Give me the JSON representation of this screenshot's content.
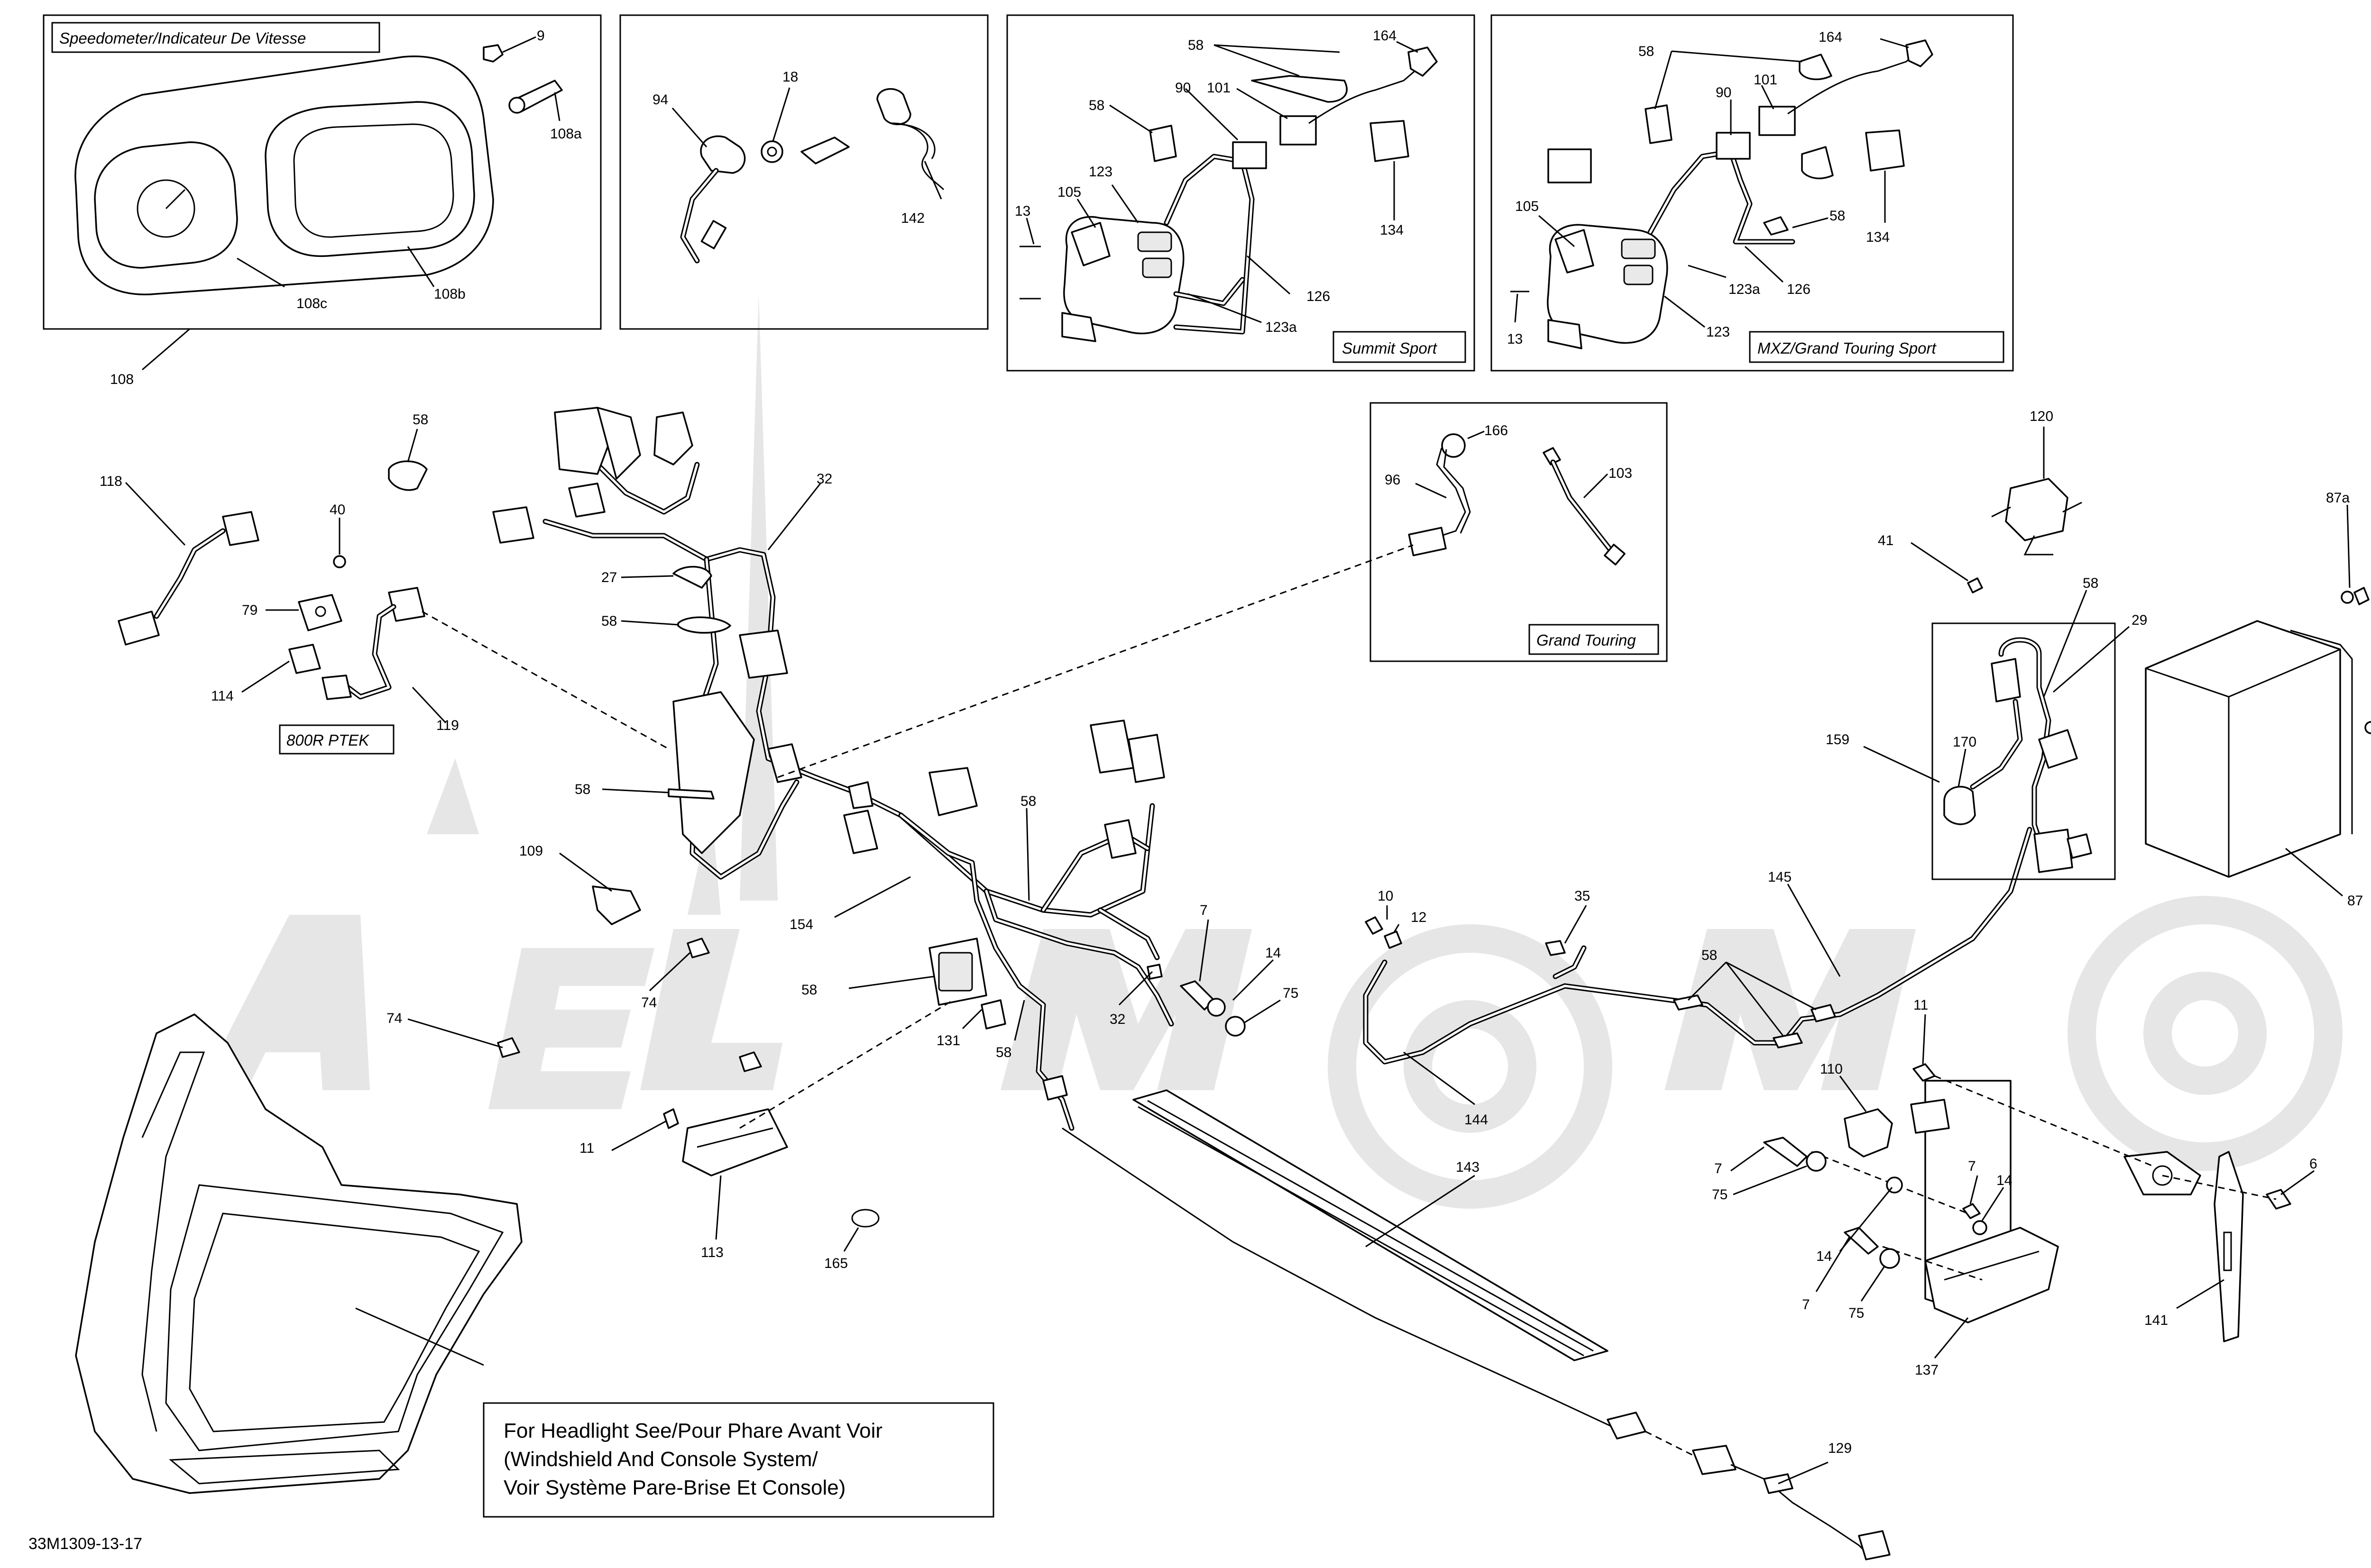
{
  "insets": {
    "speedometer_title": "Speedometer/Indicateur De Vitesse",
    "summit_title": "Summit Sport",
    "mxz_title": "MXZ/Grand Touring Sport",
    "grand_touring_title": "Grand Touring",
    "ptek_title": "800R PTEK"
  },
  "note": {
    "line1": "For Headlight See/Pour Phare Avant Voir",
    "line2": "(Windshield And Console System/",
    "line3": "Voir Système Pare-Brise Et Console)"
  },
  "drawing_code": "33M1309-13-17",
  "callouts": {
    "c9": "9",
    "c108a": "108a",
    "c108b": "108b",
    "c108c": "108c",
    "c108": "108",
    "c94": "94",
    "c18": "18",
    "c142": "142",
    "s58a": "58",
    "s164": "164",
    "s58b": "58",
    "s90": "90",
    "s101": "101",
    "s134": "134",
    "s123": "123",
    "s13": "13",
    "s105": "105",
    "s126": "126",
    "s123a": "123a",
    "m58a": "58",
    "m164": "164",
    "m90": "90",
    "m101": "101",
    "m58b": "58",
    "m134": "134",
    "m105": "105",
    "m123a": "123a",
    "m126": "126",
    "m13": "13",
    "m123": "123",
    "g166": "166",
    "g96": "96",
    "g103": "103",
    "p58top": "58",
    "p118": "118",
    "p40": "40",
    "p79": "79",
    "p114": "114",
    "p119": "119",
    "p32a": "32",
    "p27": "27",
    "p58b": "58",
    "p58c": "58",
    "p109": "109",
    "p58d": "58",
    "p154": "154",
    "p74a": "74",
    "p74b": "74",
    "p58e": "58",
    "p131": "131",
    "p58f": "58",
    "p32b": "32",
    "p7a": "7",
    "p14a": "14",
    "p75a": "75",
    "p10": "10",
    "p12": "12",
    "p35": "35",
    "p145": "145",
    "p58g": "58",
    "p144": "144",
    "p143": "143",
    "p11a": "11",
    "p113": "113",
    "p165": "165",
    "p120": "120",
    "p41": "41",
    "p87a": "87a",
    "p87": "87",
    "p58h": "58",
    "p29": "29",
    "p159": "159",
    "p170": "170",
    "p11b": "11",
    "p110": "110",
    "p7b": "7",
    "p75b": "75",
    "p14b": "14",
    "p7c": "7",
    "p14c": "14",
    "p7d": "7",
    "p75c": "75",
    "p137": "137",
    "p6": "6",
    "p141": "141",
    "p129": "129"
  }
}
